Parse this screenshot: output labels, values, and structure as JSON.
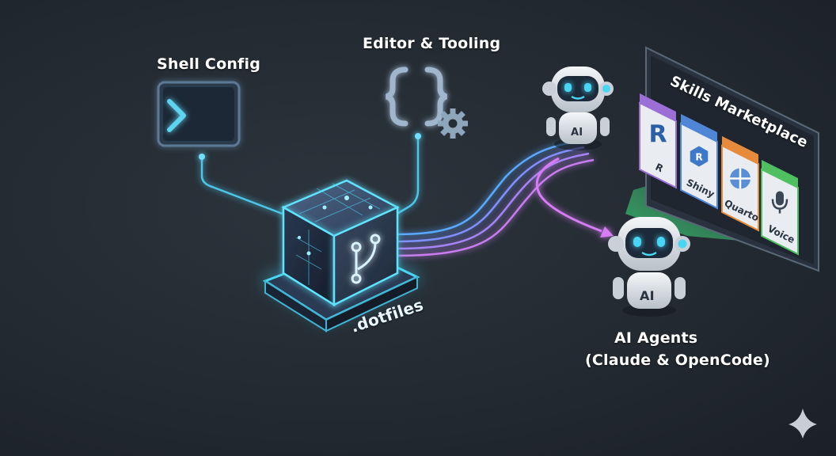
{
  "labels": {
    "shell": "Shell Config",
    "editor": "Editor & Tooling",
    "dotfiles": ".dotfiles",
    "agents_line1": "AI Agents",
    "agents_line2": "(Claude & OpenCode)",
    "marketplace": "Skills Marketplace",
    "robot_badge": "AI"
  },
  "terminal": {
    "glyph": ">_"
  },
  "editor": {
    "braces": "{ }"
  },
  "skills": [
    {
      "glyph": "R",
      "name": "R",
      "color": "#9b6fd6"
    },
    {
      "glyph": "R",
      "name": "Shiny",
      "color": "#4f86d6"
    },
    {
      "glyph": "",
      "name": "Quarto",
      "color": "#e88a3c"
    },
    {
      "glyph": "",
      "name": "Voice",
      "color": "#4fbf62"
    }
  ],
  "colors": {
    "background": "#232a31",
    "cyan_glow": "#49d6f5",
    "connector_blue": "#5aa8ff",
    "connector_purple": "#c77df0",
    "beam_green": "#3fd37a"
  },
  "icons": {
    "terminal": "terminal-icon",
    "code": "code-braces-icon",
    "gear": "gear-icon",
    "git_branch": "git-branch-icon",
    "sparkle": "sparkle-icon",
    "microphone": "microphone-icon",
    "globe": "quarto-globe-icon"
  }
}
